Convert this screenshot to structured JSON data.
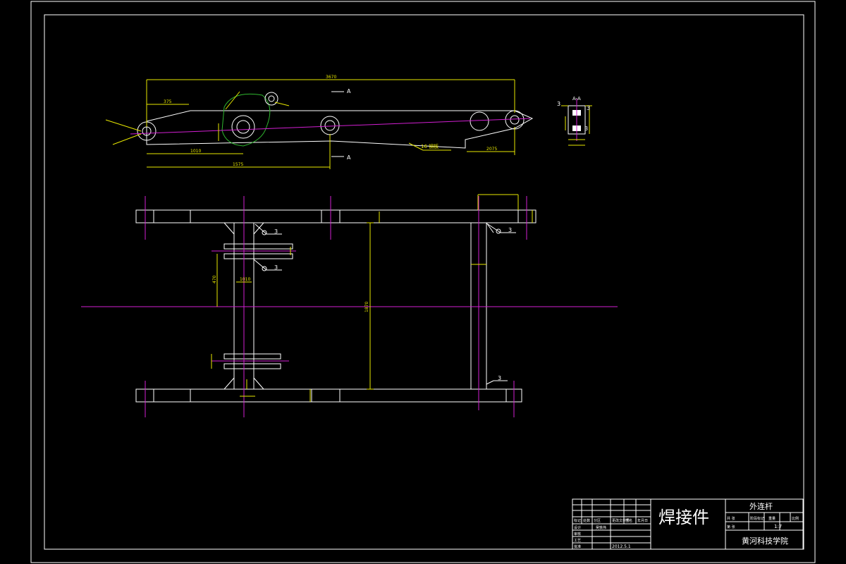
{
  "colors": {
    "background": "#000000",
    "outline": "#ffffff",
    "centerline": "#d21fd2",
    "dimension": "#e8e800",
    "arc": "#2fb62f"
  },
  "drawing": {
    "section_marks": {
      "top": "A",
      "bottom": "A",
      "side_view": "A-A"
    },
    "dimensions": {
      "overall_length": "3670",
      "left_span": "1575",
      "left_offset": "1010",
      "left_ear": "375",
      "right_ear": "2075",
      "frame_height": "1870",
      "side_1": "470",
      "side_2": "1010"
    },
    "notes": {
      "gusset": "16 钢板"
    },
    "welds": [
      "3",
      "3",
      "3",
      "3"
    ],
    "side_view_labels": {
      "left": "3",
      "right": "3",
      "lower": "3"
    }
  },
  "title_block": {
    "part_type": "焊接件",
    "part_name": "外连杆",
    "scale": "1:7",
    "school": "黄河科技学院",
    "date": "2012.5.1",
    "headers": [
      "标记",
      "处数",
      "分区",
      "更改文件号",
      "签名",
      "年月日"
    ],
    "row_labels": [
      "设计",
      "审核",
      "工艺",
      "标准化",
      "批准"
    ],
    "attr_labels": [
      "阶段标记",
      "重量",
      "比例"
    ],
    "sheet_labels": [
      "共 张",
      "第 张"
    ],
    "designer": "吴轶伟"
  }
}
